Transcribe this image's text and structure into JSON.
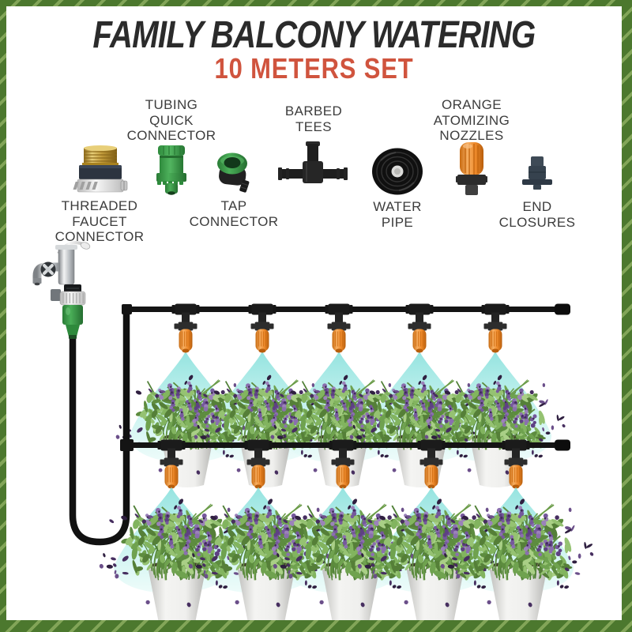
{
  "header": {
    "title": "FAMILY BALCONY WATERING",
    "subtitle": "10 METERS SET"
  },
  "products": [
    {
      "id": "threaded-faucet-connector",
      "label": "THREADED\nFAUCET\nCONNECTOR",
      "label_position": "below"
    },
    {
      "id": "tubing-quick-connector",
      "label": "TUBING\nQUICK\nCONNECTOR",
      "label_position": "above"
    },
    {
      "id": "tap-connector",
      "label": "TAP\nCONNECTOR",
      "label_position": "below"
    },
    {
      "id": "barbed-tees",
      "label": "BARBED\nTEES",
      "label_position": "above"
    },
    {
      "id": "water-pipe",
      "label": "WATER\nPIPE",
      "label_position": "below"
    },
    {
      "id": "orange-atomizing-nozzles",
      "label": "ORANGE\nATOMIZING\nNOZZLES",
      "label_position": "above"
    },
    {
      "id": "end-closures",
      "label": "END\nCLOSURES",
      "label_position": "below"
    }
  ],
  "diagram": {
    "rows": 2,
    "nozzles_per_row": 5,
    "plants_per_row": 5,
    "components": [
      "faucet",
      "tap-connector",
      "supply-tube",
      "drip-pipe",
      "barbed-tees",
      "orange-atomizing-nozzles",
      "spray-cones",
      "potted-lavender-plants",
      "end-closures"
    ]
  },
  "colors": {
    "border_green": "#4c782e",
    "border_stripe": "#82a558",
    "title": "#2b2b2b",
    "subtitle_red": "#d0543e",
    "label_gray": "#3c3c3c",
    "nozzle_orange": "#ee8a2b",
    "connector_green": "#3fa04c",
    "pipe_black": "#141414",
    "spray_cyan": "#8fe2de",
    "pot_gray": "#efefed",
    "foliage_green": "#6fa24f",
    "flower_purple": "#7d5f9e",
    "brass_gold": "#c19a3a"
  }
}
